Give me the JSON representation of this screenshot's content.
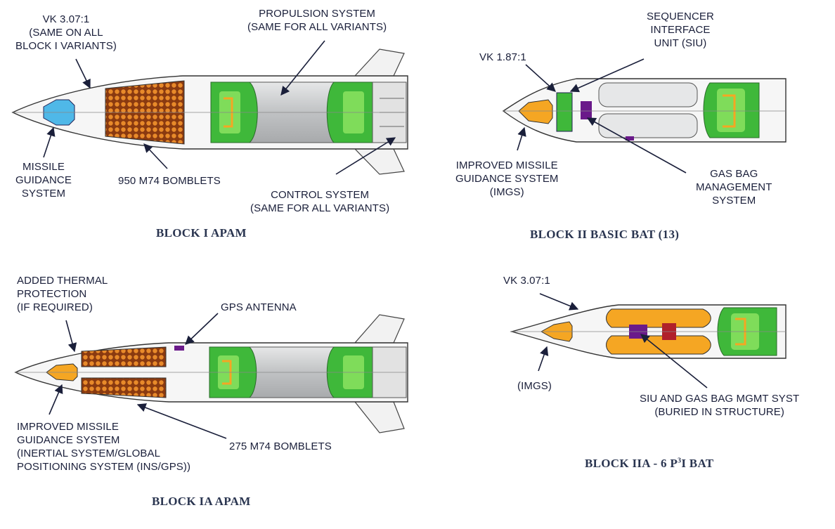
{
  "colors": {
    "body_fill": "#f4f5f6",
    "outline": "#333333",
    "motor_gray": "#c8cacc",
    "motor_green": "#3fb83a",
    "motor_inner_green": "#7fdc5a",
    "motor_orange": "#f5a623",
    "apam_seeker_blue": "#4fb8e8",
    "seeker_orange": "#f5a623",
    "bomblet_brown": "#8a3a10",
    "bomblet_orange": "#e88a2a",
    "siu_green": "#3fb83a",
    "gasbag_purple": "#6a1a8a",
    "bat_orange": "#f5a623",
    "red_block": "#b0202a",
    "text_navy": "#1a1f3a"
  },
  "panels": {
    "block1": {
      "title": "BLOCK I APAM",
      "labels": {
        "vk": "VK 3.07:1\n(SAME ON ALL\nBLOCK I VARIANTS)",
        "propulsion": "PROPULSION SYSTEM\n(SAME FOR ALL VARIANTS)",
        "guidance": "MISSILE\nGUIDANCE\nSYSTEM",
        "bomblets": "950 M74 BOMBLETS",
        "control": "CONTROL SYSTEM\n(SAME FOR ALL VARIANTS)"
      }
    },
    "block2": {
      "title": "BLOCK II BASIC BAT (13)",
      "labels": {
        "vk": "VK 1.87:1",
        "siu": "SEQUENCER\nINTERFACE\nUNIT (SIU)",
        "imgs": "IMPROVED MISSILE\nGUIDANCE SYSTEM\n(IMGS)",
        "gasbag": "GAS BAG\nMANAGEMENT\nSYSTEM"
      }
    },
    "block1a": {
      "title": "BLOCK IA APAM",
      "labels": {
        "thermal": "ADDED THERMAL\nPROTECTION\n(IF REQUIRED)",
        "gps": "GPS ANTENNA",
        "imgs": "IMPROVED MISSILE\nGUIDANCE SYSTEM\n(INERTIAL SYSTEM/GLOBAL\nPOSITIONING SYSTEM (INS/GPS))",
        "bomblets": "275 M74 BOMBLETS"
      }
    },
    "block2a": {
      "title_prefix": "BLOCK IIA - 6 P",
      "title_sup": "3",
      "title_suffix": "I BAT",
      "labels": {
        "vk": "VK 3.07:1",
        "imgs": "(IMGS)",
        "siu": "SIU AND GAS BAG MGMT SYST\n(BURIED IN STRUCTURE)"
      }
    }
  }
}
